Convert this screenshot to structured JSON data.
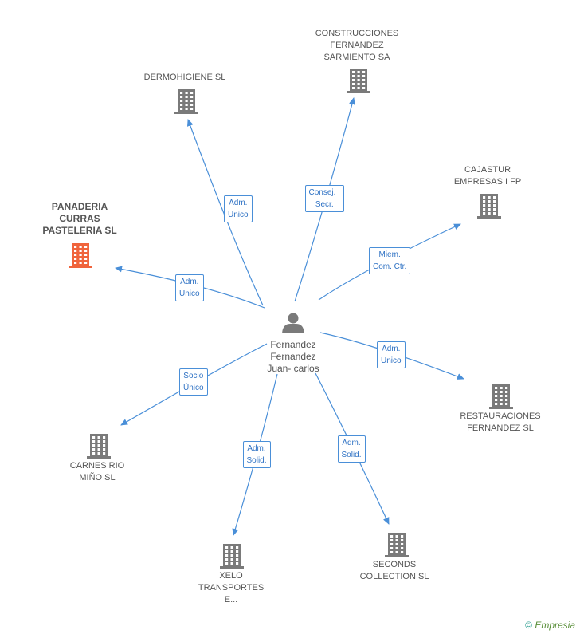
{
  "center": {
    "name": "Fernandez\nFernandez\nJuan- carlos",
    "icon": "person-icon"
  },
  "companies": [
    {
      "id": "dermohigiene",
      "label": "DERMOHIGIENE SL",
      "highlight": false,
      "icon": "building-icon"
    },
    {
      "id": "construcciones",
      "label": "CONSTRUCCIONES\nFERNANDEZ\nSARMIENTO SA",
      "highlight": false,
      "icon": "building-icon"
    },
    {
      "id": "cajastur",
      "label": "CAJASTUR\nEMPRESAS I FP",
      "highlight": false,
      "icon": "building-icon"
    },
    {
      "id": "panaderia",
      "label": "PANADERIA\nCURRAS\nPASTELERIA SL",
      "highlight": true,
      "icon": "building-icon"
    },
    {
      "id": "restauraciones",
      "label": "RESTAURACIONES\nFERNANDEZ SL",
      "highlight": false,
      "icon": "building-icon"
    },
    {
      "id": "carnes",
      "label": "CARNES RIO\nMIÑO SL",
      "highlight": false,
      "icon": "building-icon"
    },
    {
      "id": "xelo",
      "label": "XELO\nTRANSPORTES\nE...",
      "highlight": false,
      "icon": "building-icon"
    },
    {
      "id": "seconds",
      "label": "SECONDS\nCOLLECTION SL",
      "highlight": false,
      "icon": "building-icon"
    }
  ],
  "relations": [
    {
      "to": "dermohigiene",
      "label": "Adm.\nUnico"
    },
    {
      "to": "construcciones",
      "label": "Consej. ,\nSecr."
    },
    {
      "to": "cajastur",
      "label": "Miem.\nCom. Ctr."
    },
    {
      "to": "panaderia",
      "label": "Adm.\nUnico"
    },
    {
      "to": "restauraciones",
      "label": "Adm.\nUnico"
    },
    {
      "to": "carnes",
      "label": "Socio\nÚnico"
    },
    {
      "to": "xelo",
      "label": "Adm.\nSolid."
    },
    {
      "to": "seconds",
      "label": "Adm.\nSolid."
    }
  ],
  "colors": {
    "edge": "#4a8fd8",
    "building": "#7a7a7a",
    "building_highlight": "#f0643c",
    "person": "#7a7a7a"
  },
  "footer": {
    "copyright": "©",
    "brand": "Empresia"
  }
}
